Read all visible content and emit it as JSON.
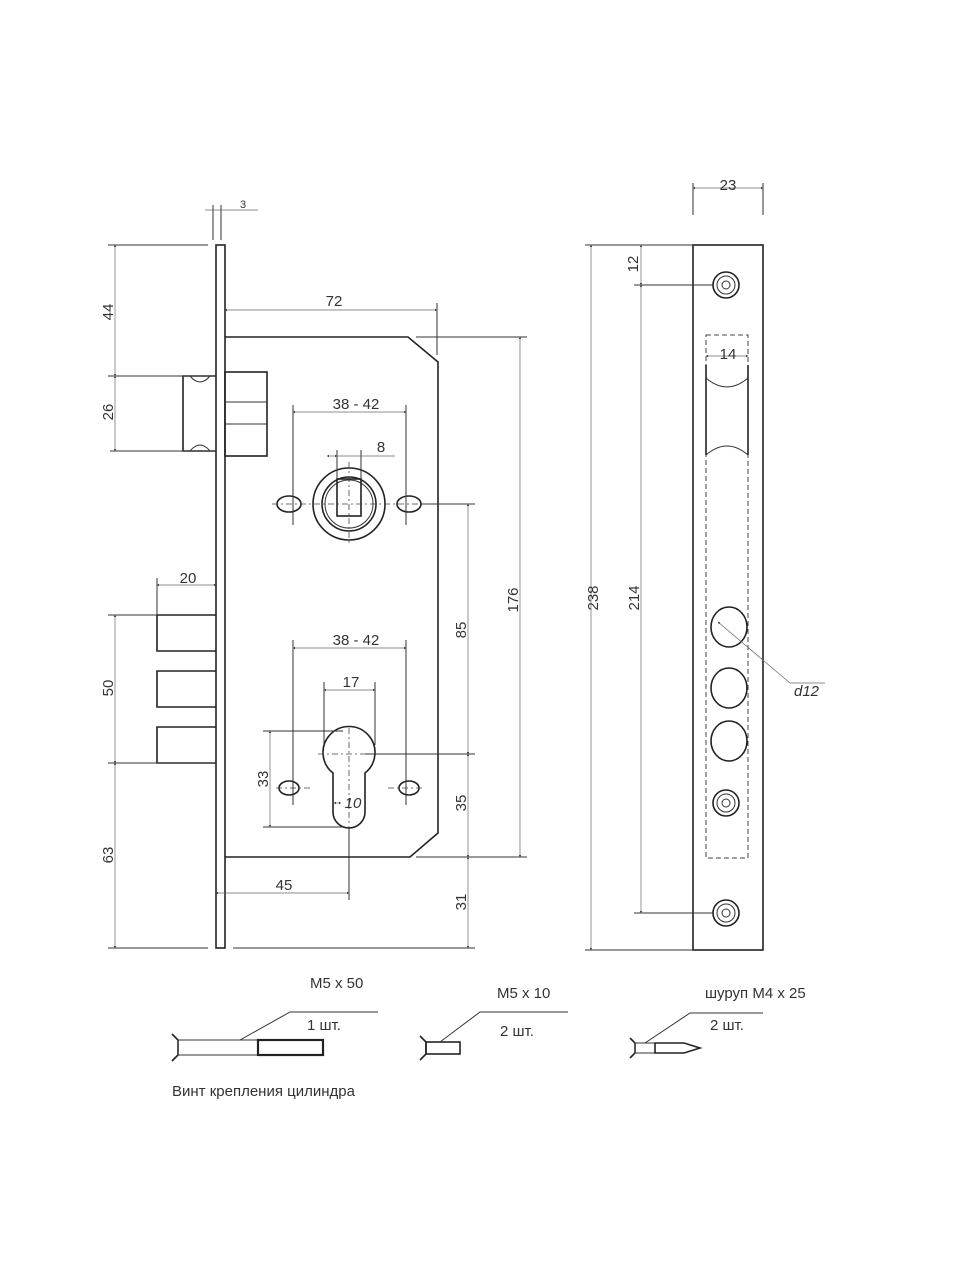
{
  "dimensions": {
    "faceplate_thickness": "3",
    "top_to_latch": "44",
    "latch_height": "26",
    "backset": "72",
    "handle_holes_spacing": "38 - 42",
    "spindle_square": "8",
    "body_height": "176",
    "handle_to_cylinder": "85",
    "deadbolt_projection": "20",
    "deadbolt_span": "50",
    "bottom_to_deadbolt": "63",
    "cylinder_holes_spacing": "38 - 42",
    "cylinder_width": "17",
    "cylinder_height": "33",
    "cylinder_slot_width": "10",
    "cylinder_to_bottom": "35",
    "body_to_plate_bottom": "31",
    "cylinder_backset": "45",
    "plate_width": "23",
    "plate_height": "238",
    "top_screw_offset": "12",
    "screw_spacing": "214",
    "latch_width": "14",
    "bolt_diameter": "d12"
  },
  "fasteners": [
    {
      "spec": "M5 x 50",
      "qty": "1 шт."
    },
    {
      "spec": "M5 x 10",
      "qty": "2 шт."
    },
    {
      "spec": "шуруп M4 x 25",
      "qty": "2 шт."
    }
  ],
  "caption": "Винт крепления цилиндра"
}
